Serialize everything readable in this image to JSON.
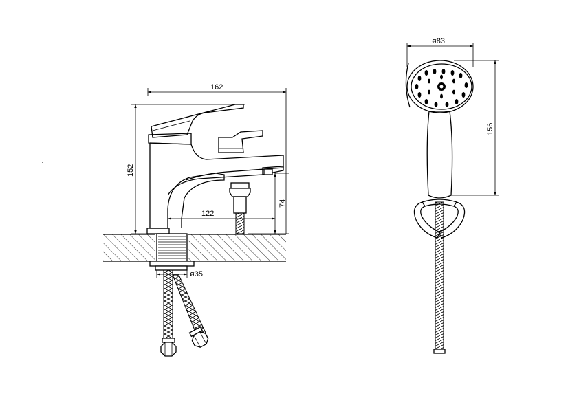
{
  "dimensions": {
    "faucet_width": "162",
    "faucet_height": "152",
    "spout_reach": "122",
    "diverter_height": "74",
    "thread_diameter": "ø35",
    "shower_head_diameter": "ø83",
    "shower_handle_length": "156"
  }
}
